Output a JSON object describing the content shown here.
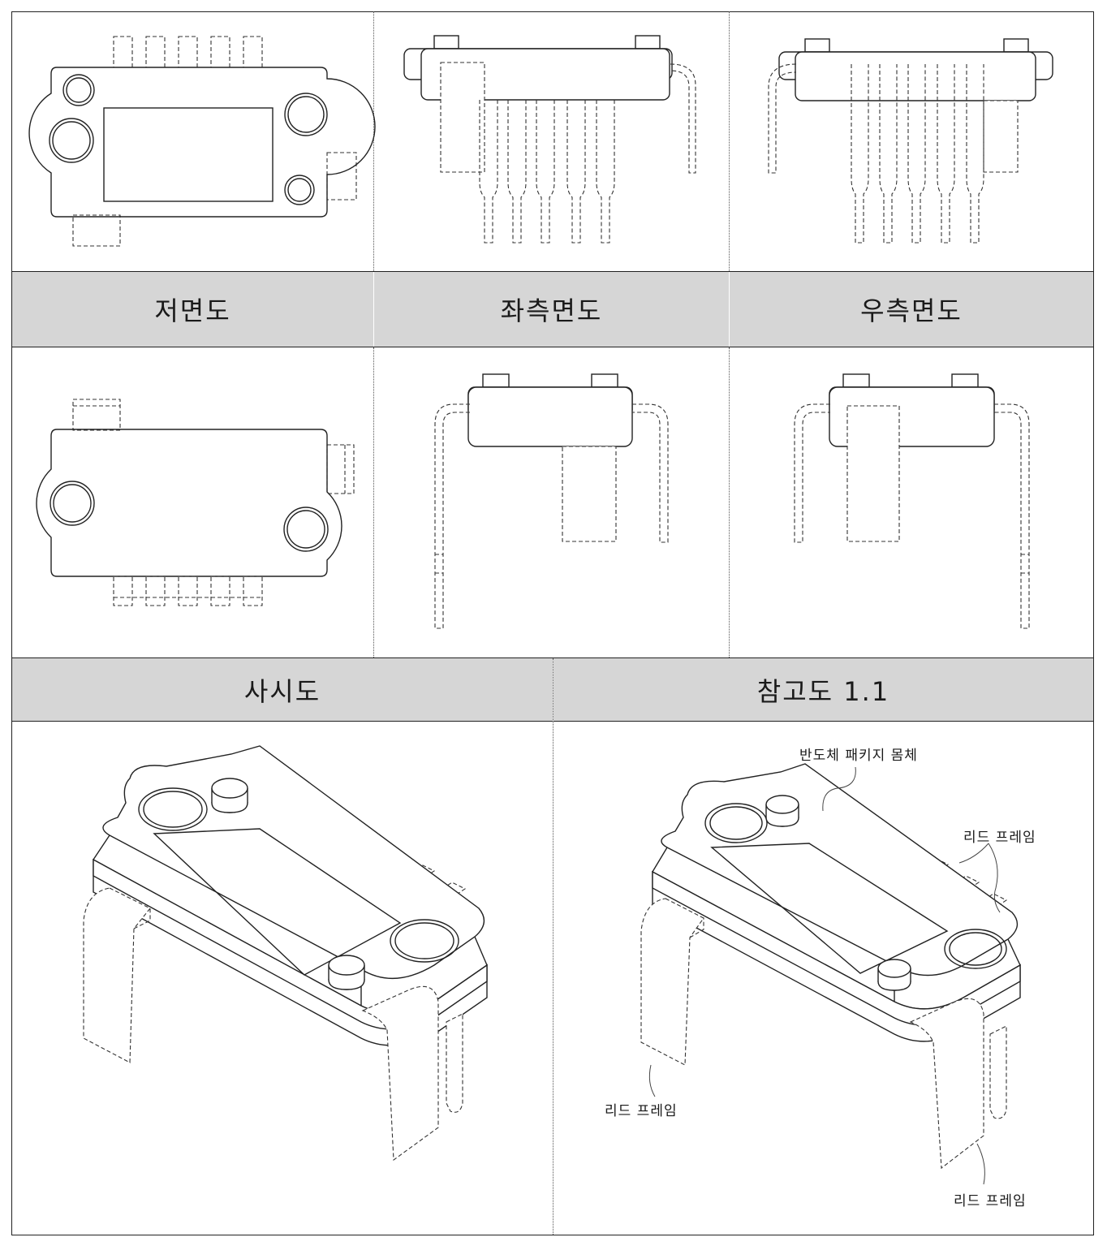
{
  "headers": {
    "bottom_view": "저면도",
    "left_view": "좌측면도",
    "right_view": "우측면도",
    "perspective_view": "사시도",
    "reference_view": "참고도 1.1"
  },
  "callouts": {
    "package_body": "반도체 패키지 몸체",
    "lead_frame_right": "리드 프레임",
    "lead_frame_left": "리드 프레임",
    "lead_frame_bottom": "리드 프레임"
  }
}
